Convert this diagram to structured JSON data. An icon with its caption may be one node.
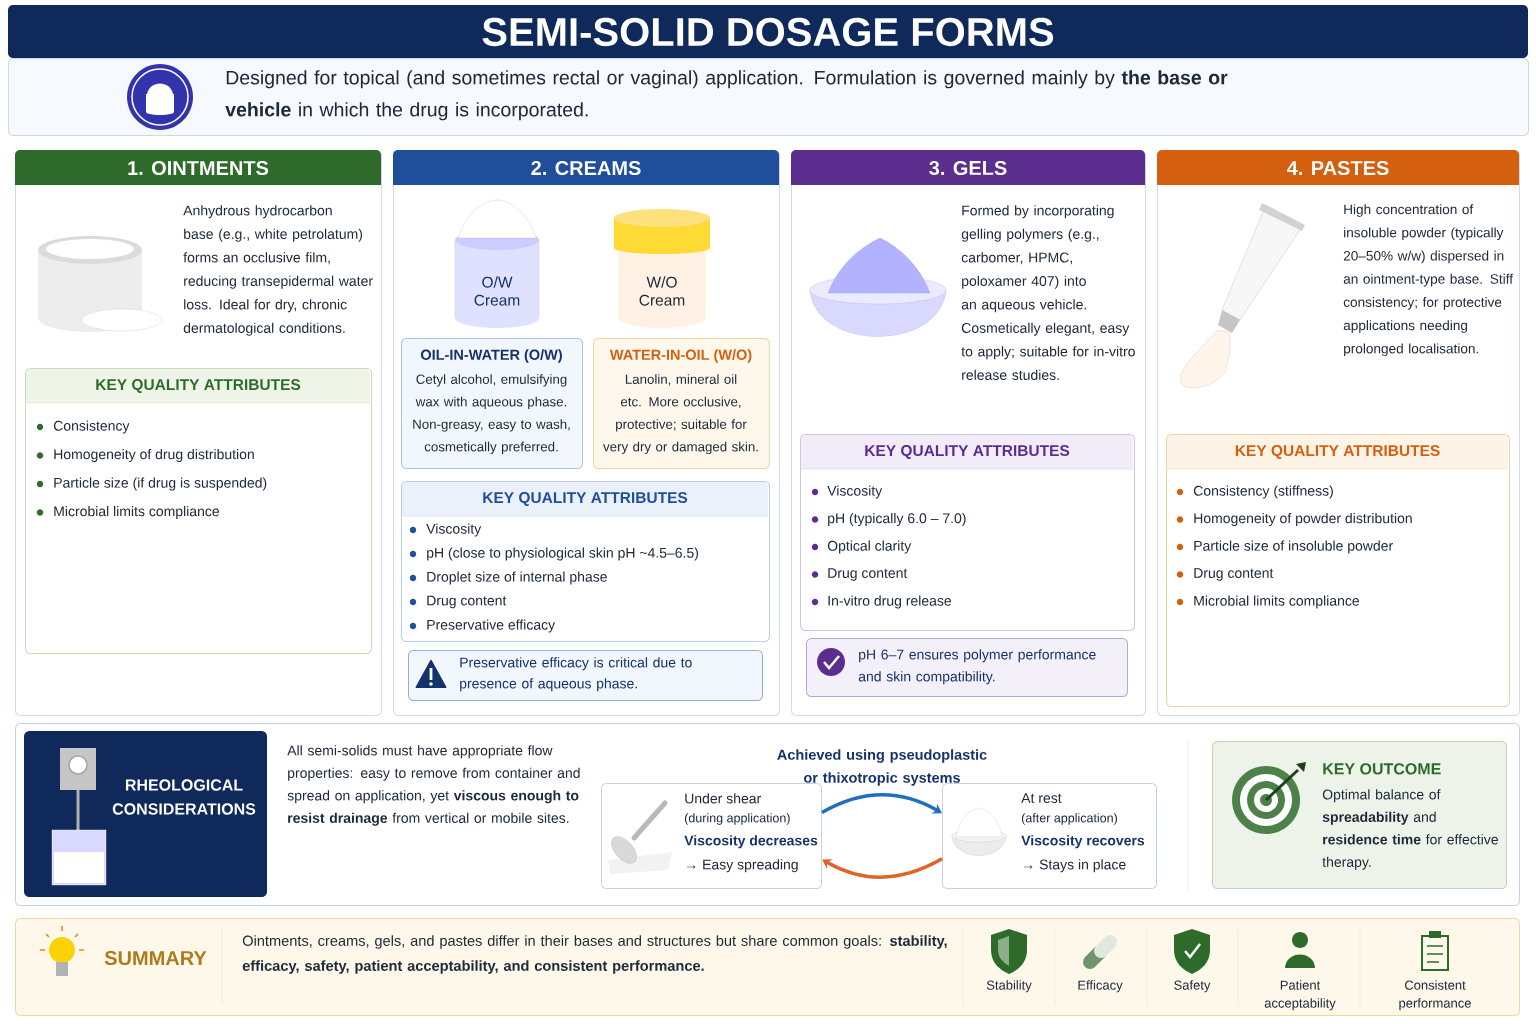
{
  "diagram": {
    "title": "SEMI-SOLID DOSAGE FORMS",
    "nodes": [
      {
        "text": [
          "Designed for topical (and sometimes rectal or vaginal) application. Formulation is governed mainly by **the base or vehicle** in which the drug is incorporated."
        ]
      },
      {
        "text": [
          "1. OINTMENTS",
          "Anhydrous hydrocarbon base (e.g., white petrolatum) forms an occlusive film, reducing transepidermal water loss. Ideal for dry, chronic dermatological conditions."
        ]
      },
      {
        "text": [
          "KEY QUALITY ATTRIBUTES",
          "Consistency",
          "Homogeneity of drug distribution",
          "Particle size (if drug is suspended)",
          "Microbial limits compliance"
        ],
        "in": 1
      },
      {
        "text": [
          "2. CREAMS",
          "O/W Cream",
          "W/O Cream"
        ]
      },
      {
        "text": [
          "OIL-IN-WATER (O/W)",
          "Cetyl alcohol, emulsifying wax with aqueous phase. Non-greasy, easy to wash, cosmetically preferred."
        ],
        "in": 3
      },
      {
        "text": [
          "WATER-IN-OIL (W/O)",
          "Lanolin, mineral oil etc. More occlusive, protective; suitable for very dry or damaged skin."
        ],
        "in": 3
      },
      {
        "text": [
          "KEY QUALITY ATTRIBUTES",
          "Viscosity",
          "pH (close to physiological skin pH ~4.5–6.5)",
          "Droplet size of internal phase",
          "Drug content",
          "Preservative efficacy"
        ],
        "in": 3
      },
      {
        "text": [
          "Preservative efficacy is critical due to presence of aqueous phase."
        ],
        "in": 3
      },
      {
        "text": [
          "3. GELS",
          "Formed by incorporating gelling polymers (e.g., carbomer, HPMC, poloxamer 407) into an aqueous vehicle. Cosmetically elegant, easy to apply; suitable for in-vitro release studies."
        ]
      },
      {
        "text": [
          "KEY QUALITY ATTRIBUTES",
          "Viscosity",
          "pH (typically 6.0 – 7.0)",
          "Optical clarity",
          "Drug content",
          "In-vitro drug release"
        ],
        "in": 8
      },
      {
        "text": [
          "pH 6–7 ensures polymer performance and skin compatibility."
        ],
        "in": 8
      },
      {
        "text": [
          "4. PASTES",
          "High concentration of insoluble powder (typically 20–50% w/w) dispersed in an ointment-type base. Stiff consistency; for protective applications needing prolonged localisation."
        ]
      },
      {
        "text": [
          "KEY QUALITY ATTRIBUTES",
          "Consistency (stiffness)",
          "Homogeneity of powder distribution",
          "Particle size of insoluble powder",
          "Drug content",
          "Microbial limits compliance"
        ],
        "in": 11
      },
      {
        "text": [
          "All semi-solids must have appropriate flow properties: easy to remove from container and spread on application, yet **viscous enough to resist drainage** from vertical or mobile sites.",
          "Achieved using pseudoplastic or thixotropic systems"
        ]
      },
      {
        "text": [
          "RHEOLOGICAL CONSIDERATIONS"
        ],
        "in": 13
      },
      {
        "text": [
          "Under shear",
          "(during application)",
          "Viscosity decreases",
          "→ Easy spreading"
        ],
        "in": 13
      },
      {
        "text": [
          "At rest",
          "(after application)",
          "Viscosity recovers",
          "→ Stays in place"
        ],
        "in": 13
      },
      {
        "text": [
          "KEY OUTCOME",
          "Optimal balance of **spreadability** and **residence time** for effective therapy."
        ],
        "in": 13
      },
      {
        "text": [
          "SUMMARY",
          "Ointments, creams, gels, and pastes differ in their bases and structures but share common goals: **stability, efficacy, safety, patient acceptability, and consistent performance.**"
        ]
      }
    ],
    "edges": [
      {
        "from": 15,
        "to": 16,
        "arrow": "to",
        "color": "#1f6fc0"
      },
      {
        "from": 16,
        "to": 15,
        "arrow": "to",
        "color": "#e0642a"
      }
    ],
    "labels": [
      "Stability",
      "Efficacy",
      "Safety",
      "Patient acceptability",
      "Consistent performance"
    ]
  }
}
